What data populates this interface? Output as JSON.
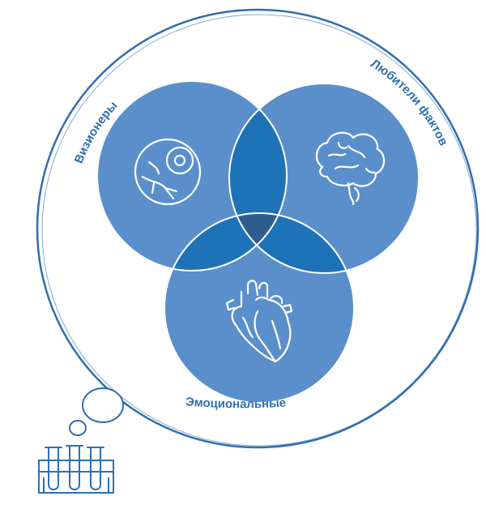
{
  "labels": {
    "visionaries": "Визионеры",
    "fact_lovers": "Любители фактов",
    "emotional": "Эмоциональные"
  },
  "icons": {
    "top_left": "eye-icon",
    "top_right": "brain-icon",
    "bottom": "heart-icon",
    "bottom_left": "test-tubes-icon"
  },
  "colors": {
    "circle_fill": "#5a8fcc",
    "pair_overlap": "#1e72b8",
    "center_overlap": "#2f5e8e",
    "outline": "#2f6fb0",
    "label_text": "#2f6fb0",
    "icon_stroke": "#ffffff"
  }
}
